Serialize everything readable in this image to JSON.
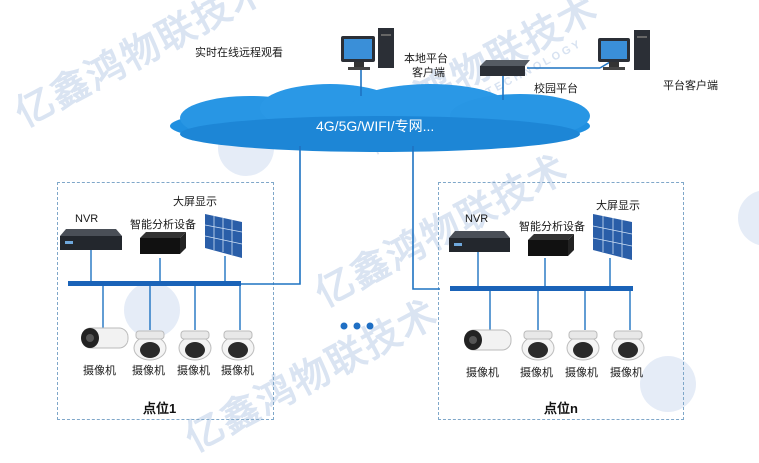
{
  "top": {
    "remote_view_label": "实时在线远程观看",
    "local_platform_label_line1": "本地平台",
    "local_platform_label_line2": "客户端",
    "campus_platform_label": "校园平台",
    "platform_client_label": "平台客户端"
  },
  "network": {
    "cloud_label": "4G/5G/WIFI/专网..."
  },
  "site1": {
    "title": "点位1",
    "nvr_label": "NVR",
    "analyzer_label": "智能分析设备",
    "display_label": "大屏显示",
    "cameras": [
      "摄像机",
      "摄像机",
      "摄像机",
      "摄像机"
    ]
  },
  "siteN": {
    "title": "点位n",
    "nvr_label": "NVR",
    "analyzer_label": "智能分析设备",
    "display_label": "大屏显示",
    "cameras": [
      "摄像机",
      "摄像机",
      "摄像机",
      "摄像机"
    ]
  },
  "watermark": {
    "brand": "亿鑫鸿物联技术",
    "brand_sub": "YIXINHONG IOT TECHNOLOGY"
  },
  "colors": {
    "cloud": "#1f8fe0",
    "link": "#1e73c2",
    "bus": "#1a63b8",
    "watermark": "#c7d6ec"
  }
}
